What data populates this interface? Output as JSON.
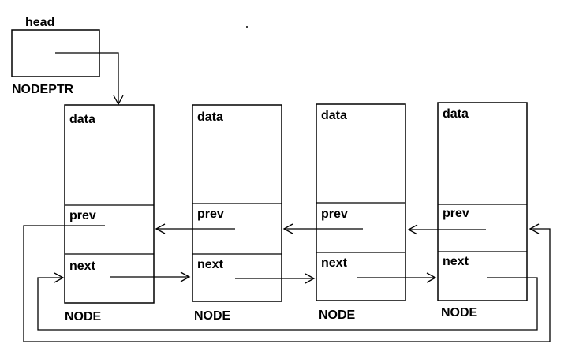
{
  "diagram": {
    "head_label": "head",
    "head_type_label": "NODEPTR",
    "field_labels": {
      "data": "data",
      "prev": "prev",
      "next": "next"
    },
    "node_label": "NODE",
    "node_count": 4,
    "colors": {
      "stroke": "#000000",
      "background": "#ffffff"
    }
  }
}
